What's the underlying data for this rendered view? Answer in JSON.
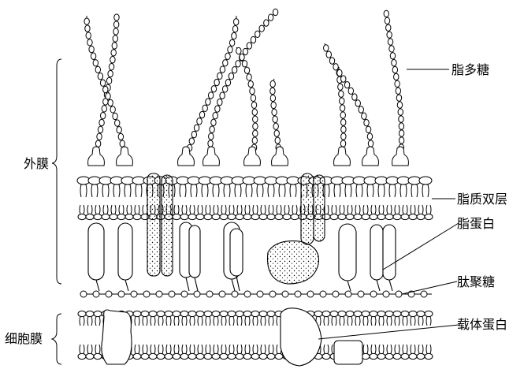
{
  "labels": {
    "outer_membrane": "外膜",
    "plasma_membrane": "细胞膜",
    "lipopolysaccharide": "脂多糖",
    "lipid_bilayer": "脂质双层",
    "lipoprotein": "脂蛋白",
    "peptidoglycan": "肽聚糖",
    "carrier_protein": "载体蛋白"
  }
}
